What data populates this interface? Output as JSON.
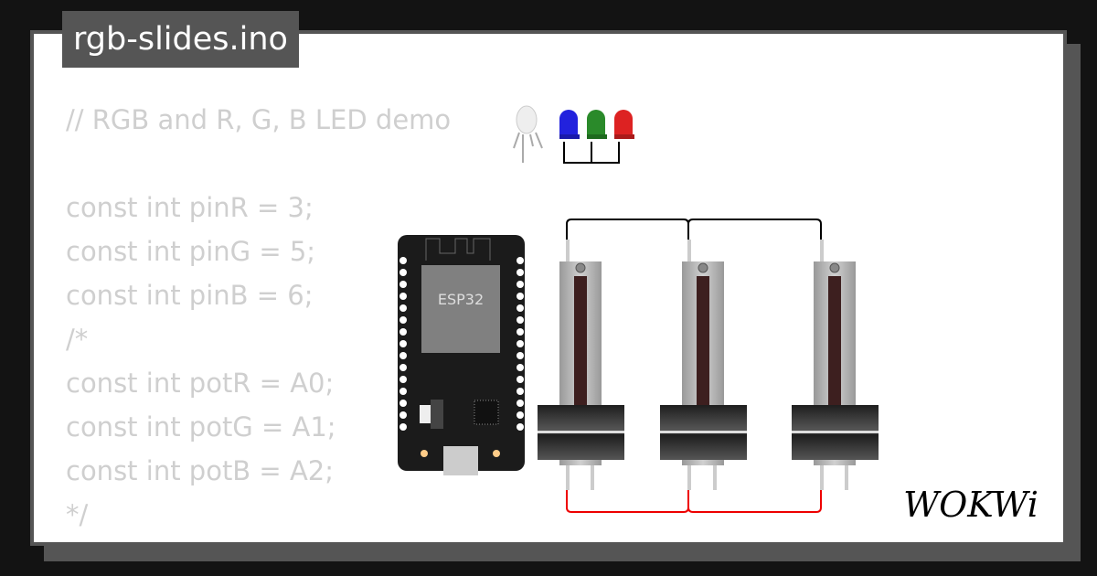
{
  "title": "rgb-slides.ino",
  "code_lines": [
    "// RGB and R, G, B LED demo",
    "",
    "const int pinR = 3;",
    "const int pinG = 5;",
    "const int pinB = 6;",
    "/*",
    "const int potR = A0;",
    "const int potG = A1;",
    "const int potB = A2;",
    "*/"
  ],
  "board": {
    "label": "ESP32"
  },
  "logo": "WOKWi",
  "colors": {
    "led_blue": "#2222dd",
    "led_green": "#2a8a2a",
    "led_red": "#dd2222",
    "wire_black": "#000000",
    "wire_red": "#ee0000"
  }
}
